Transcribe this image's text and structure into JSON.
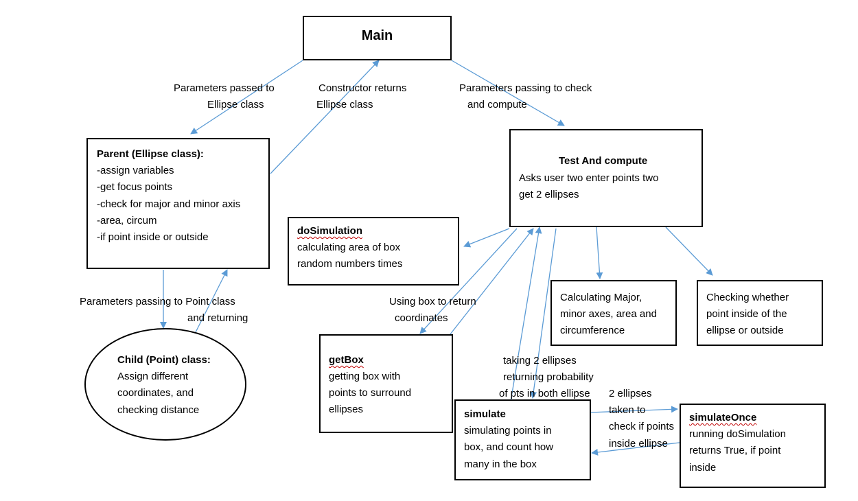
{
  "main_box": {
    "title": "Main"
  },
  "parent_box": {
    "title": "Parent (Ellipse class):",
    "lines": [
      "-assign variables",
      "-get focus points",
      "-check for major and minor axis",
      "-area, circum",
      "-if point inside or outside"
    ]
  },
  "child_box": {
    "title": "Child (Point) class:",
    "lines": [
      "Assign different",
      "coordinates, and",
      "checking distance"
    ]
  },
  "test_box": {
    "title": "Test And compute",
    "lines": [
      "Asks user two enter points two",
      "get 2 ellipses"
    ]
  },
  "dosim_box": {
    "title": "doSimulation",
    "lines": [
      "calculating area of box",
      "random numbers times"
    ]
  },
  "getbox_box": {
    "title": "getBox",
    "lines": [
      "getting box with",
      "points to surround",
      "ellipses"
    ]
  },
  "major_box": {
    "lines": [
      "Calculating Major,",
      "minor axes, area and",
      "circumference"
    ]
  },
  "checking_box": {
    "lines": [
      "Checking whether",
      "point inside of the",
      "ellipse or outside"
    ]
  },
  "simulate_box": {
    "title": "simulate",
    "lines": [
      "simulating points in",
      "box, and count how",
      "many in the box"
    ]
  },
  "simonce_box": {
    "title": "simulateOnce",
    "lines": [
      "running doSimulation",
      "returns True, if point",
      "inside"
    ]
  },
  "edge_labels": {
    "params_to_ellipse": [
      "Parameters passed to",
      "Ellipse class"
    ],
    "constructor_returns": [
      "Constructor returns",
      "Ellipse class"
    ],
    "params_check_compute": [
      "Parameters passing to check",
      "and compute"
    ],
    "params_point": [
      "Parameters passing to Point class",
      "and returning"
    ],
    "using_box": [
      "Using box to return",
      "coordinates"
    ],
    "taking_ellipses": [
      "taking 2 ellipses",
      "returning probability",
      "of pts in both ellipse"
    ],
    "two_ellipses": [
      "2 ellipses",
      "taken to",
      "check if points",
      "inside ellipse"
    ]
  },
  "colors": {
    "arrow": "#5b9bd5",
    "border": "#000000",
    "spellcheck": "#c00000"
  }
}
